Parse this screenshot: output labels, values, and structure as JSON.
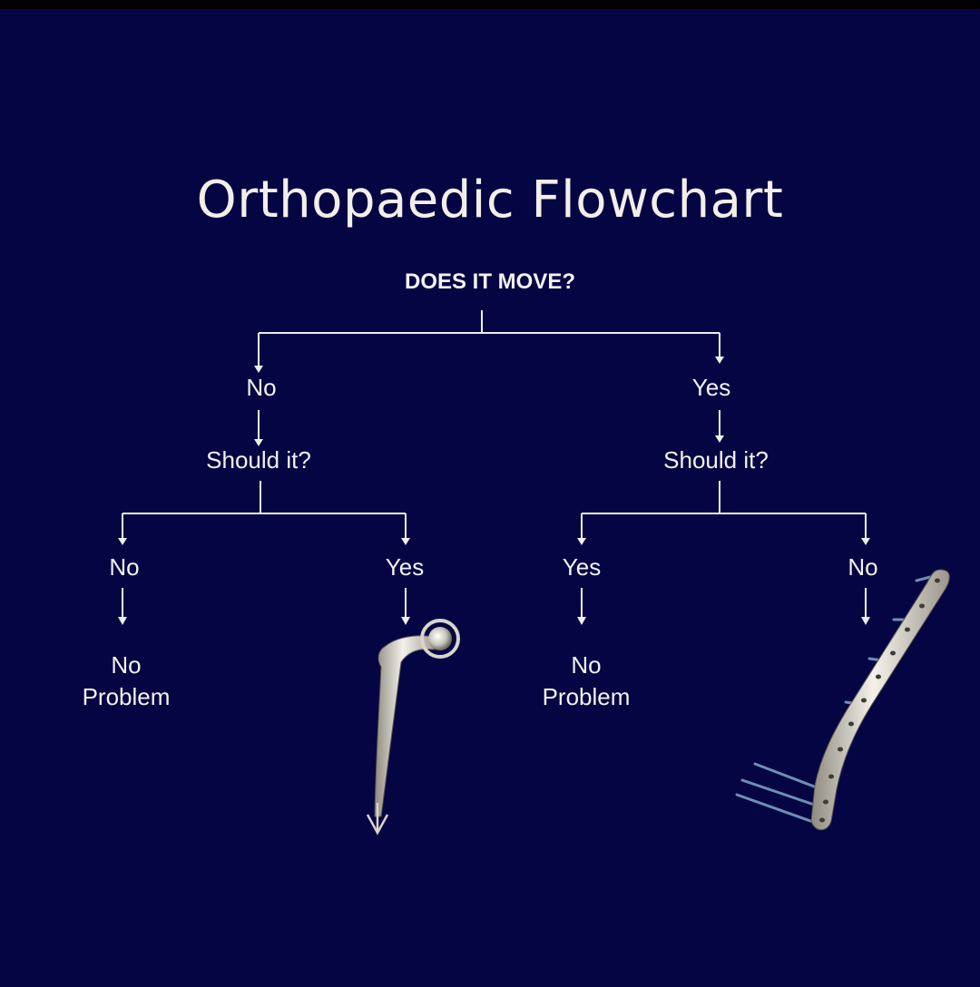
{
  "title": "Orthopaedic Flowchart",
  "question": "DOES IT MOVE?",
  "left_branch": {
    "answer": "No",
    "followup": "Should it?",
    "outcomes": [
      {
        "answer": "No",
        "result_line1": "No",
        "result_line2": "Problem"
      },
      {
        "answer": "Yes",
        "result_image": "hip-implant-icon"
      }
    ]
  },
  "right_branch": {
    "answer": "Yes",
    "followup": "Should it?",
    "outcomes": [
      {
        "answer": "Yes",
        "result_line1": "No",
        "result_line2": "Problem"
      },
      {
        "answer": "No",
        "result_image": "bone-plate-screws-icon"
      }
    ]
  },
  "colors": {
    "background": "#050543",
    "text": "#f2f2f2",
    "lines": "#eeeeee",
    "implant": "#d8d4c8",
    "screws": "#6f8fb5"
  }
}
